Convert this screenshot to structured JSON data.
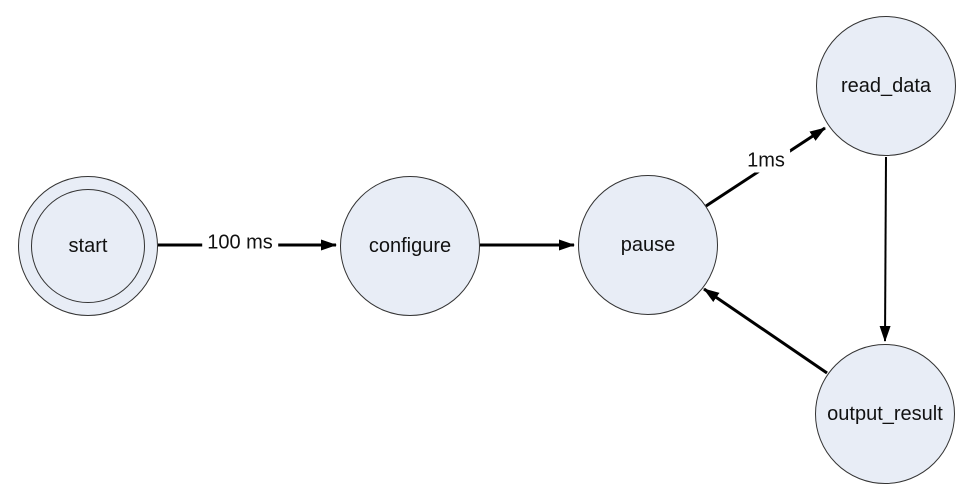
{
  "diagram": {
    "kind": "state-machine",
    "colors": {
      "background": "#ffffff",
      "node_fill": "#e8edf6",
      "node_stroke": "#333333",
      "edge_color": "#000000",
      "text_color": "#111111"
    },
    "nodes": [
      {
        "id": "start",
        "label": "start",
        "shape": "doublecircle"
      },
      {
        "id": "configure",
        "label": "configure",
        "shape": "circle"
      },
      {
        "id": "pause",
        "label": "pause",
        "shape": "circle"
      },
      {
        "id": "read_data",
        "label": "read_data",
        "shape": "circle"
      },
      {
        "id": "output_result",
        "label": "output_result",
        "shape": "circle"
      }
    ],
    "edges": [
      {
        "from": "start",
        "to": "configure",
        "label": "100 ms"
      },
      {
        "from": "configure",
        "to": "pause",
        "label": ""
      },
      {
        "from": "pause",
        "to": "read_data",
        "label": "1ms"
      },
      {
        "from": "read_data",
        "to": "output_result",
        "label": ""
      },
      {
        "from": "output_result",
        "to": "pause",
        "label": ""
      }
    ]
  }
}
